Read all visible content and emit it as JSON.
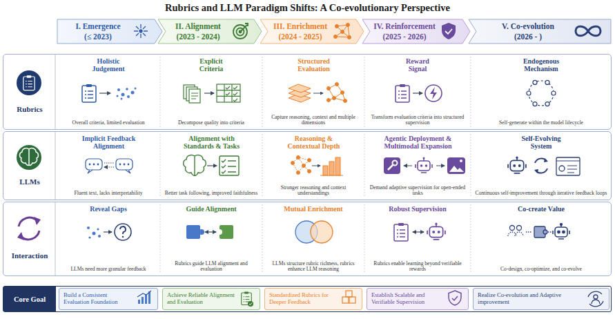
{
  "diagram": {
    "title": "Rubrics and LLM Paradigm Shifts: A Co-evolutionary Perspective",
    "nodes": [
      {
        "text": [
          "I. Emergence",
          "(≤ 2023)"
        ]
      },
      {
        "text": [
          "II. Alignment",
          "(2023 - 2024)"
        ]
      },
      {
        "text": [
          "III. Enrichment",
          "(2024 - 2025)"
        ]
      },
      {
        "text": [
          "IV. Reinforcement",
          "(2025 - 2026)"
        ]
      },
      {
        "text": [
          "V. Co-evolution",
          "(2026 - )"
        ]
      },
      {
        "text": [
          "Rubrics"
        ]
      },
      {
        "text": [
          "Holistic Judgement",
          "Overall criteria, limited evaluation"
        ],
        "in": 5
      },
      {
        "text": [
          "Explicit Criteria",
          "Decompose quality into criteria"
        ],
        "in": 5
      },
      {
        "text": [
          "Structured Evaluation",
          "Capture reasoning, context and multiple dimensions"
        ],
        "in": 5
      },
      {
        "text": [
          "Reward Signal",
          "Transform evaluation criteria into structured supervision"
        ],
        "in": 5
      },
      {
        "text": [
          "Endogenous Mechanism",
          "Self-generate within the model lifecycle"
        ],
        "in": 5
      },
      {
        "text": [
          "LLMs"
        ]
      },
      {
        "text": [
          "Implicit Feedback Alignment",
          "Fluent text, lacks interpretability"
        ],
        "in": 11
      },
      {
        "text": [
          "Alignment with Standards & Tasks",
          "Better task following, improved faithfulness"
        ],
        "in": 11
      },
      {
        "text": [
          "Reasoning & Contextual Depth",
          "Stronger reasoning and context understandings"
        ],
        "in": 11
      },
      {
        "text": [
          "Agentic Deployment & Multimodal Expansion",
          "Demand adaptive supervision for open-ended tasks"
        ],
        "in": 11
      },
      {
        "text": [
          "Self-Evolving System",
          "Continuous self-improvement through iterative feedback loops"
        ],
        "in": 11
      },
      {
        "text": [
          "Interaction"
        ]
      },
      {
        "text": [
          "Reveal Gaps",
          "LLMs need more granular feedback"
        ],
        "in": 17
      },
      {
        "text": [
          "Guide Alignment",
          "Rubrics guide LLM alignment and evaluation"
        ],
        "in": 17
      },
      {
        "text": [
          "Mutual Enrichment",
          "LLMs structure rubric richness, rubrics enhance LLM reasoning"
        ],
        "in": 17
      },
      {
        "text": [
          "Robust Supervision",
          "Rubrics enable learning beyond verifiable rewards"
        ],
        "in": 17
      },
      {
        "text": [
          "Co-create Value",
          "Co-design, co-optimize, and co-evolve"
        ],
        "in": 17
      },
      {
        "text": [
          "Core Goal"
        ]
      },
      {
        "text": [
          "Build a Consistent Evaluation Foundation"
        ],
        "in": 23
      },
      {
        "text": [
          "Achieve Reliable Alignment and Evaluation"
        ],
        "in": 23
      },
      {
        "text": [
          "Standardized Rubrics for Deeper Feedback"
        ],
        "in": 23
      },
      {
        "text": [
          "Establish Scalable and Verifiable Supervision"
        ],
        "in": 23
      },
      {
        "text": [
          "Realize Co-evolution and Adaptive improvement"
        ],
        "in": 23
      }
    ]
  }
}
